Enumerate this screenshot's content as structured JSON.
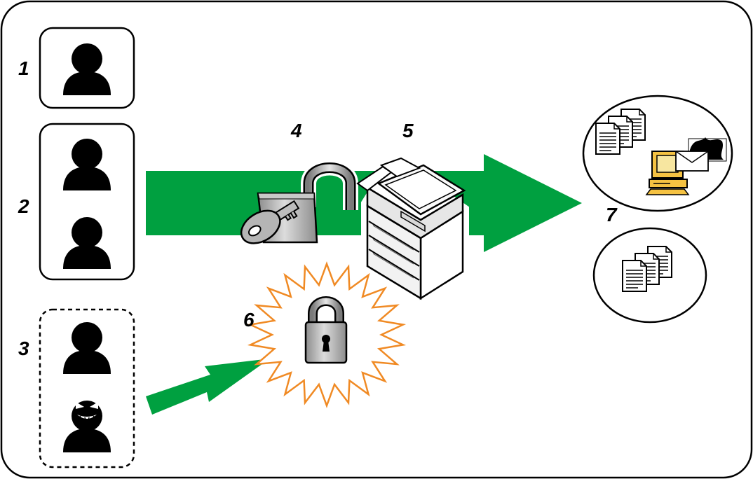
{
  "diagram": {
    "labels": {
      "n1": "1",
      "n2": "2",
      "n3": "3",
      "n4": "4",
      "n5": "5",
      "n6": "6",
      "n7": "7"
    },
    "colors": {
      "arrow": "#00a040",
      "burst": "#f08a24",
      "lock_body": "#a8a8a8",
      "outline": "#000000"
    },
    "icons": {
      "user": "person-icon",
      "attacker": "attacker-icon",
      "open_lock": "open-padlock-with-key-icon",
      "closed_lock": "closed-padlock-icon",
      "printer": "multifunction-printer-icon",
      "documents": "documents-icon",
      "computer": "computer-icon"
    }
  }
}
